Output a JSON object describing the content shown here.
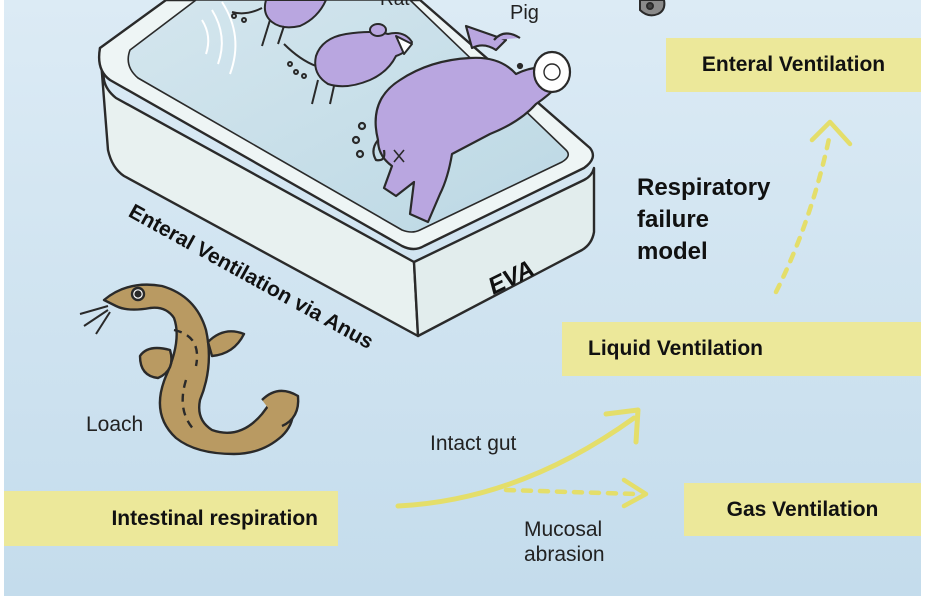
{
  "labels": {
    "rat": "Rat",
    "pig": "Pig",
    "tub_side": "Enteral Ventilation via Anus",
    "tub_end": "EVA",
    "loach": "Loach",
    "intestinal_respiration": "Intestinal respiration",
    "intact_gut": "Intact gut",
    "mucosal_abrasion_line1": "Mucosal",
    "mucosal_abrasion_line2": "abrasion",
    "gas_ventilation": "Gas Ventilation",
    "liquid_ventilation": "Liquid Ventilation",
    "enteral_ventilation": "Enteral Ventilation",
    "respiratory_line1": "Respiratory",
    "respiratory_line2": "failure",
    "respiratory_line3": "model"
  },
  "colors": {
    "background_top": "#dcebf5",
    "background_bottom": "#c3dcec",
    "label_box": "#ece89a",
    "arrow": "#e4de6a",
    "animal": "#b9a6e0",
    "loach": "#b99a62",
    "tub": "#e6f0ef"
  }
}
